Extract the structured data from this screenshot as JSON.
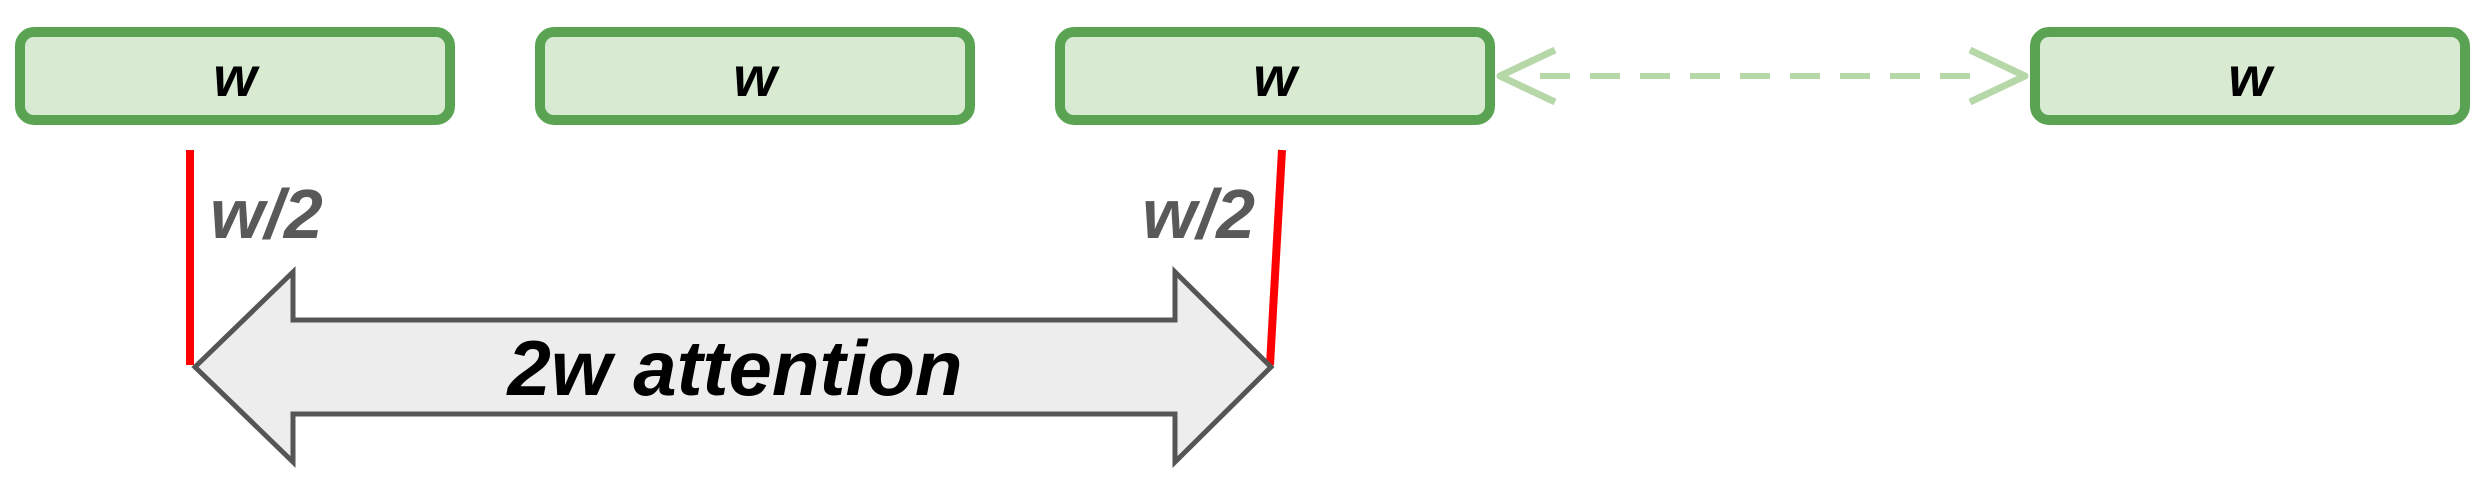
{
  "windows": [
    {
      "label": "w"
    },
    {
      "label": "w"
    },
    {
      "label": "w"
    },
    {
      "label": "w"
    }
  ],
  "half_labels": {
    "left": "w/2",
    "right": "w/2"
  },
  "attention": {
    "label": "2w attention"
  },
  "colors": {
    "window_fill": "#d9ead3",
    "window_border": "#5aa352",
    "dashed_arrow": "#b6d7a8",
    "boundary_line": "#ff0000",
    "big_arrow_fill": "#ededed",
    "big_arrow_stroke": "#555555",
    "half_label_text": "#595959"
  }
}
